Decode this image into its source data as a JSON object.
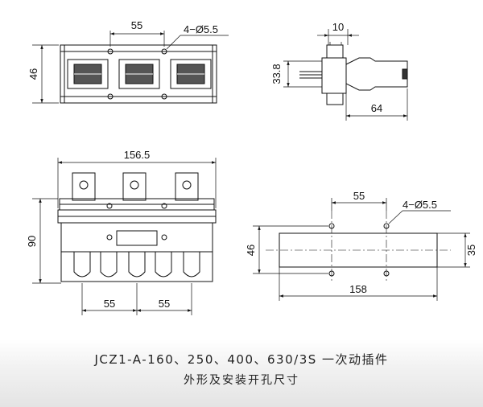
{
  "diagram": {
    "top_view": {
      "dim_width": "55",
      "dim_hole": "4−Ø5.5",
      "dim_height": "46"
    },
    "side_view": {
      "dim_top": "10",
      "dim_height": "33.8",
      "dim_bottom": "64"
    },
    "front_view": {
      "dim_width": "156.5",
      "dim_height": "90",
      "dim_pitch_left": "55",
      "dim_pitch_right": "55"
    },
    "cutout_view": {
      "dim_pitch": "55",
      "dim_hole": "4−Ø5.5",
      "dim_outer_height": "46",
      "dim_inner_height": "35",
      "dim_width": "158"
    }
  },
  "caption": {
    "line1": "JCZ1-A-160、250、400、630/3S 一次动插件",
    "line2": "外形及安装开孔尺寸"
  }
}
